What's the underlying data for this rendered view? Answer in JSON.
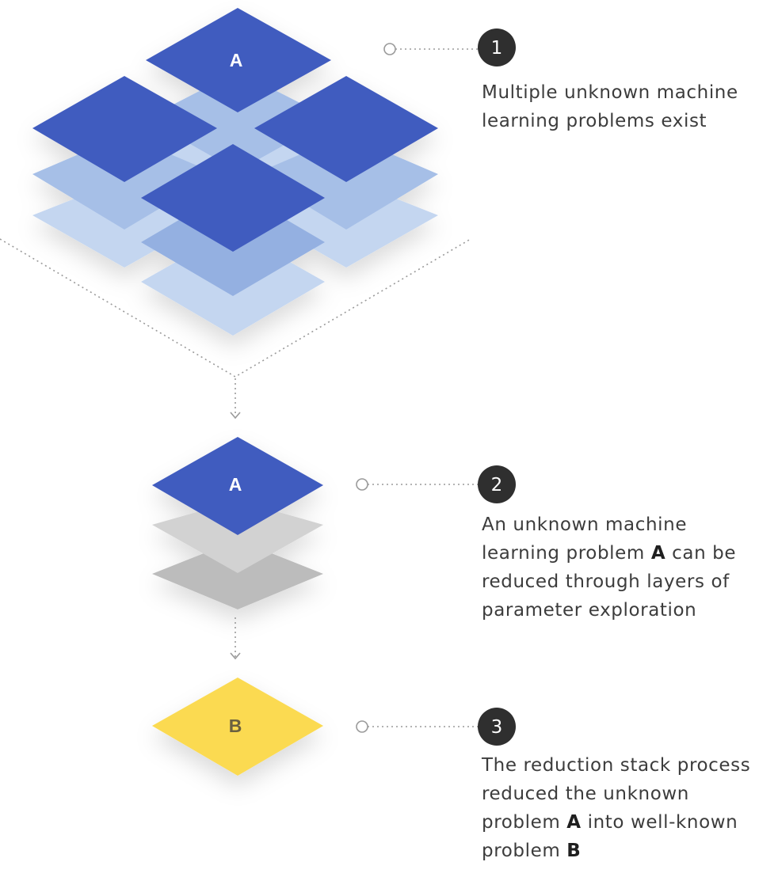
{
  "colors": {
    "tile_blue": "#415bbf",
    "tile_blue_mid": "#94b0e1",
    "tile_blue_light": "#c4d6f0",
    "tile_gray_top": "#d2d2d2",
    "tile_gray_bottom": "#bcbcbc",
    "tile_yellow": "#fbda51",
    "badge": "#2f2f2f",
    "connector": "#9a9a9a"
  },
  "tiles": {
    "stage1_top_label": "A",
    "stage2_label": "A",
    "stage3_label": "B"
  },
  "steps": [
    {
      "number": "1",
      "text": [
        "Multiple unknown machine",
        "learning problems exist"
      ]
    },
    {
      "number": "2",
      "text": [
        "An unknown machine",
        "learning problem ",
        "A",
        " can be",
        "reduced through layers of",
        "parameter exploration"
      ]
    },
    {
      "number": "3",
      "text": [
        "The reduction stack process",
        "reduced the unknown",
        "problem ",
        "A",
        " into well-known",
        "problem ",
        "B"
      ]
    }
  ]
}
